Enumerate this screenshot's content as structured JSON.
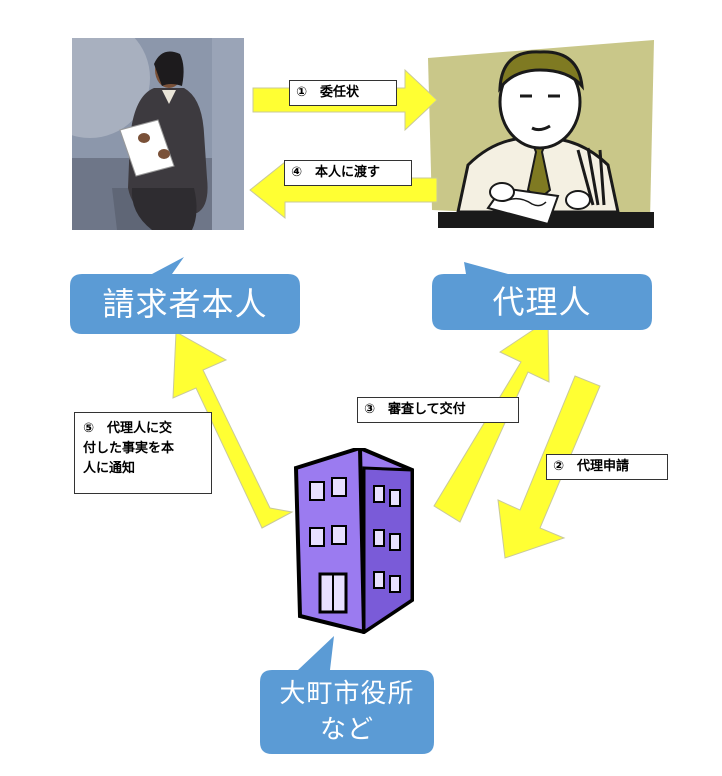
{
  "colors": {
    "arrow_fill": "#ffff33",
    "arrow_stroke": "#c9c99a",
    "callout_fill": "#5b9bd5",
    "building_fill": "#9b7bf0"
  },
  "labels": {
    "step1": "①　委任状",
    "step2": "②　代理申請",
    "step3": "③　審査して交付",
    "step4": "④　本人に渡す",
    "step5_line1": "⑤　代理人に交",
    "step5_line2": "付した事実を本",
    "step5_line3": "人に通知"
  },
  "callouts": {
    "requester": "請求者本人",
    "agent": "代理人",
    "office_line1": "大町市役所",
    "office_line2": "など"
  },
  "icons": {
    "requester": "woman-reading-document-icon",
    "agent": "man-writing-icon",
    "office": "office-building-icon"
  }
}
